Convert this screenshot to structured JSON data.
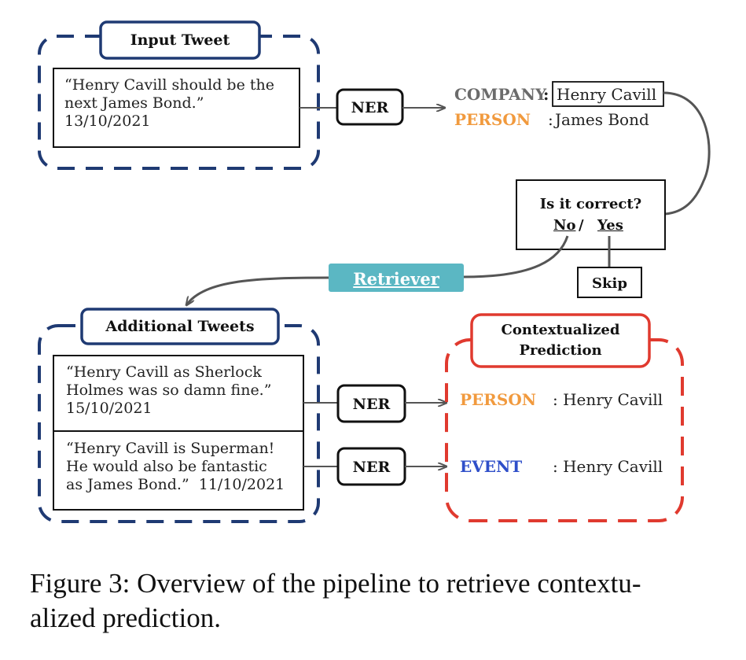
{
  "colors": {
    "navy": "#1f3a73",
    "red": "#e03a2f",
    "orange": "#f19a3e",
    "gray_label": "#6b6b6b",
    "blue_event": "#2f4fc9",
    "teal": "#5bb7c3",
    "arrow": "#555555"
  },
  "input": {
    "title": "Input Tweet",
    "line1": "“Henry Cavill should be the",
    "line2": "next James Bond.”",
    "line3": "13/10/2021"
  },
  "ner1": "NER",
  "ner2": "NER",
  "ner3": "NER",
  "first_pred": {
    "company_tag": "COMPANY",
    "company_value": "Henry Cavill",
    "person_tag": "PERSON",
    "person_value": "James Bond",
    "sep": ":"
  },
  "check": {
    "question": "Is it correct?",
    "no": "No",
    "slash": " / ",
    "yes": "Yes",
    "skip": "Skip"
  },
  "retriever": "Retriever",
  "additional": {
    "title": "Additional Tweets",
    "t1_line1": "“Henry Cavill as Sherlock",
    "t1_line2": "Holmes was so damn fine.”",
    "t1_line3": "15/10/2021",
    "t2_line1": "“Henry Cavill is Superman!",
    "t2_line2": "He would also be fantastic",
    "t2_line3": "as James Bond.”  11/10/2021"
  },
  "contextual": {
    "title_line1": "Contextualized",
    "title_line2": "Prediction",
    "person_tag": "PERSON",
    "person_value": ": Henry Cavill",
    "event_tag": "EVENT",
    "event_value": ": Henry Cavill"
  },
  "caption": "Figure 3: Overview of the pipeline to retrieve contextu-alized prediction.",
  "caption_line1": "Figure 3: Overview of the pipeline to retrieve contextu-",
  "caption_line2": "alized prediction."
}
